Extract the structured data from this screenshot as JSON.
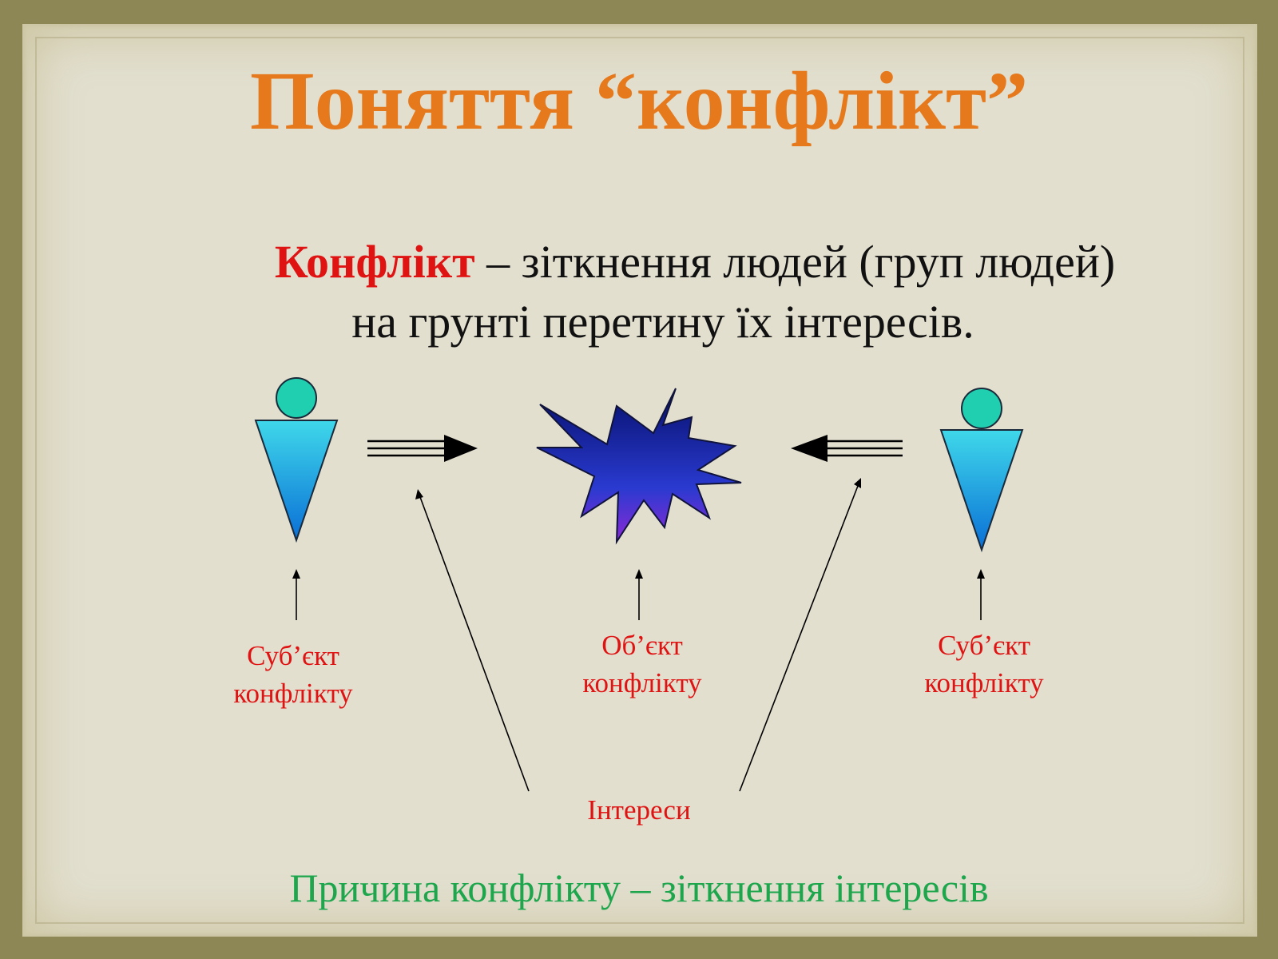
{
  "title": "Поняття “конфлікт”",
  "definition": {
    "term": "Конфлікт",
    "line1_rest": " – зіткнення людей (груп людей)",
    "line2": "на грунті перетину їх інтересів."
  },
  "diagram": {
    "left_label": "Суб’єкт\nконфлікту",
    "center_label": "Об’єкт\nконфлікту",
    "right_label": "Суб’єкт\nконфлікту",
    "interests_label": "Інтереси"
  },
  "cause": "Причина конфлікту – зіткнення інтересів",
  "colors": {
    "title": "#e6791c",
    "term": "#e01313",
    "labels": "#e01313",
    "cause": "#1ea64d",
    "figure_head": "#1fcfb0",
    "figure_body": "#1aa8e0",
    "burst": "#1a1f8c"
  }
}
